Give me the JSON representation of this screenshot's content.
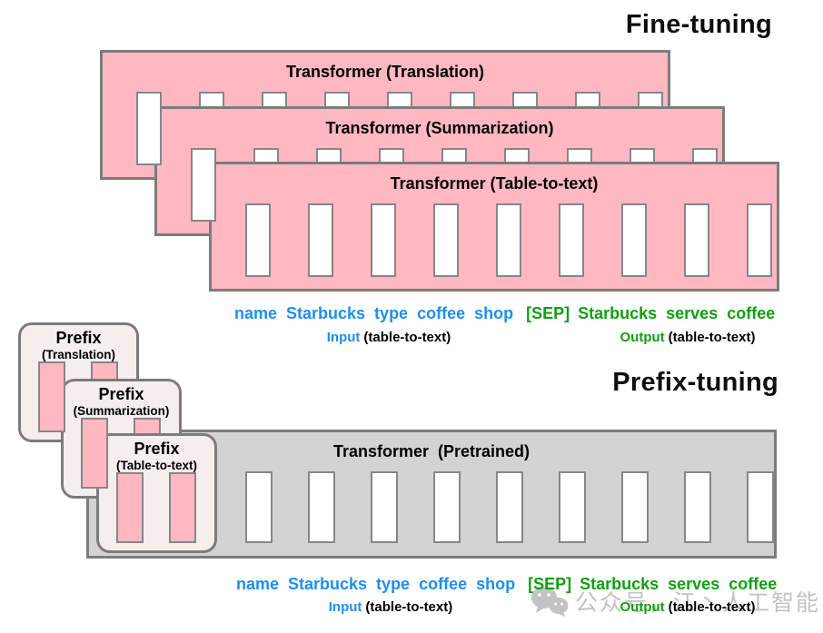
{
  "fine_tuning": {
    "title": "Fine-tuning",
    "boxes": [
      {
        "label": "Transformer (Translation)"
      },
      {
        "label": "Transformer (Summarization)"
      },
      {
        "label": "Transformer (Table-to-text)"
      }
    ]
  },
  "prefix_tuning": {
    "title": "Prefix-tuning",
    "transformer_label": "Transformer  (Pretrained)",
    "prefix_boxes": [
      {
        "title": "Prefix",
        "subtitle": "(Translation)"
      },
      {
        "title": "Prefix",
        "subtitle": "(Summarization)"
      },
      {
        "title": "Prefix",
        "subtitle": "(Table-to-text)"
      }
    ]
  },
  "token_counts": {
    "transformer": 9,
    "prefix": 2
  },
  "io_text": {
    "input_tokens": [
      "name",
      "Starbucks",
      "type",
      "coffee",
      "shop"
    ],
    "sep_token": "[SEP]",
    "output_tokens": [
      "Starbucks",
      "serves",
      "coffee"
    ],
    "input_label": "Input",
    "input_label_suffix": "(table-to-text)",
    "output_label": "Output",
    "output_label_suffix": "(table-to-text)"
  },
  "watermark": {
    "icon": "wechat-icon",
    "text": "公众号，江丶人工智能"
  },
  "colors": {
    "pink_fill": "#FFB8C2",
    "gray_fill": "#D3D3D3",
    "prefix_fill": "#F6EDED",
    "box_border": "#7C7C7C",
    "token_border": "#878787",
    "input_blue": "#1E8FF0",
    "output_green": "#0FA00F",
    "watermark_gray": "#C3C3C3"
  }
}
